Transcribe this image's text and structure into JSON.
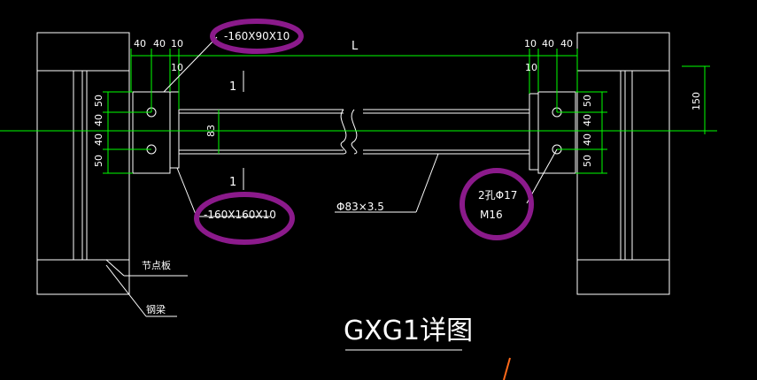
{
  "drawing": {
    "title": "GXG1详图",
    "span_label": "L",
    "plate_label_top": "-160X90X10",
    "plate_label_bottom": "-160X160X10",
    "pipe_label": "Φ83×3.5",
    "bolt_label_line1": "2孔Φ17",
    "bolt_label_line2": "M16",
    "node_plate_label": "节点板",
    "steel_beam_label": "钢梁",
    "section_mark_top": "1",
    "section_mark_bottom": "1",
    "pipe_dim": "83",
    "dim_right": "150",
    "dims_top_left": [
      "40",
      "40",
      "10",
      "10"
    ],
    "dims_top_right": [
      "10",
      "40",
      "40",
      "10"
    ],
    "dims_vert_left": [
      "50",
      "40",
      "40",
      "50"
    ],
    "dims_vert_right": [
      "50",
      "40",
      "40",
      "50"
    ],
    "colors": {
      "background": "#000000",
      "line_white": "#ffffff",
      "dim_green": "#00ff00",
      "highlight_purple": "#8b1a8b",
      "pen_orange": "#ff6a1a"
    }
  }
}
